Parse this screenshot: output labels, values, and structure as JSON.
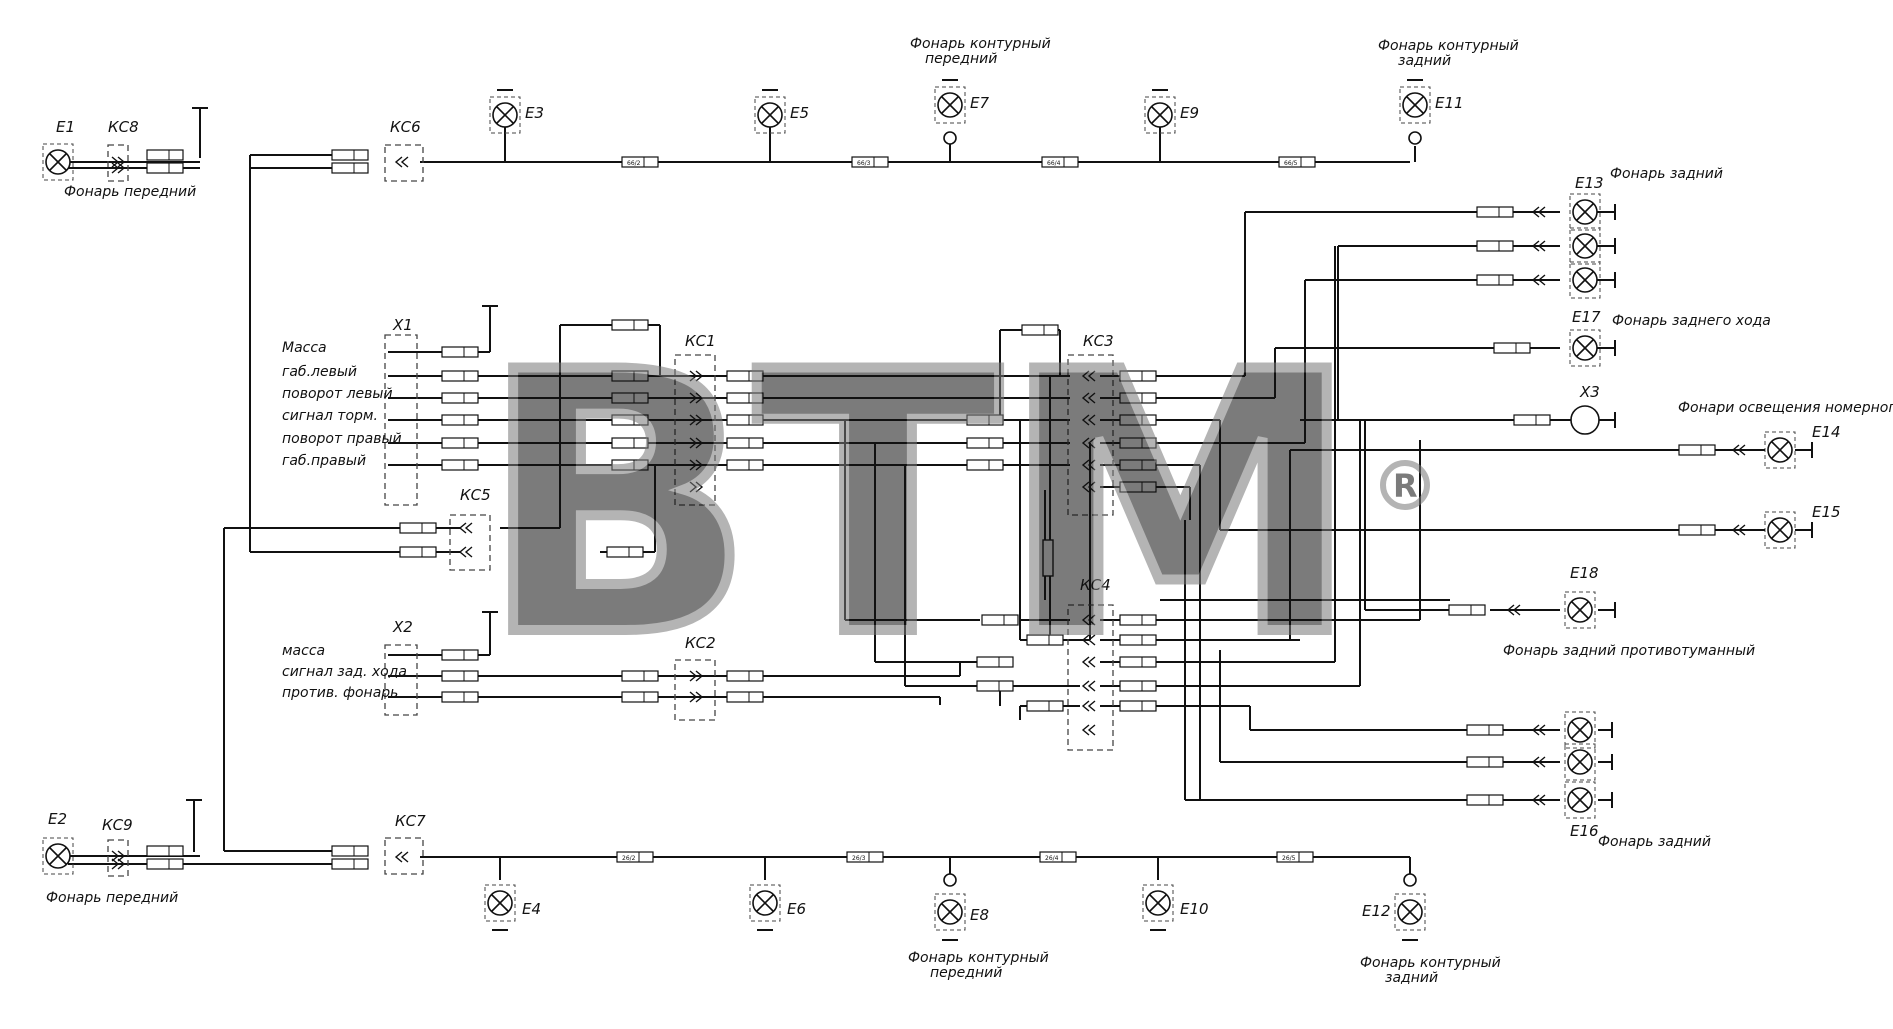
{
  "components": {
    "E1": "E1",
    "E2": "E2",
    "E3": "E3",
    "E4": "E4",
    "E5": "E5",
    "E6": "E6",
    "E7": "E7",
    "E8": "E8",
    "E9": "E9",
    "E10": "E10",
    "E11": "E11",
    "E12": "E12",
    "E13": "E13",
    "E14": "E14",
    "E15": "E15",
    "E16": "E16",
    "E17": "E17",
    "E18": "E18",
    "X1": "X1",
    "X2": "X2",
    "X3": "X3",
    "KC1": "КС1",
    "KC2": "КС2",
    "KC3": "КС3",
    "KC4": "КС4",
    "KC5": "КС5",
    "KC6": "КС6",
    "KC7": "КС7",
    "KC8": "КС8",
    "KC9": "КС9"
  },
  "descriptions": {
    "front_lamp": "Фонарь   передний",
    "contour_front": [
      "Фонарь контурный",
      "передний"
    ],
    "contour_rear": [
      "Фонарь контурный",
      "задний"
    ],
    "rear_lamp": "Фонарь задний",
    "reverse_lamp": "Фонарь заднего хода",
    "plate_lamps": "Фонари освещения номерного знака",
    "rear_fog": "Фонарь задний противотуманный"
  },
  "x1_pins": [
    "Масса",
    "габ.левый",
    "поворот левый",
    "сигнал торм.",
    "поворот правый",
    "габ.правый"
  ],
  "x2_pins": [
    "масса",
    "сигнал зад. хода",
    "против. фонарь"
  ],
  "wires_top": [
    "66/2",
    "66/3",
    "66/4",
    "66/5"
  ],
  "wires_bottom": [
    "26/2",
    "26/3",
    "26/4",
    "26/5"
  ],
  "watermark": "BTM"
}
